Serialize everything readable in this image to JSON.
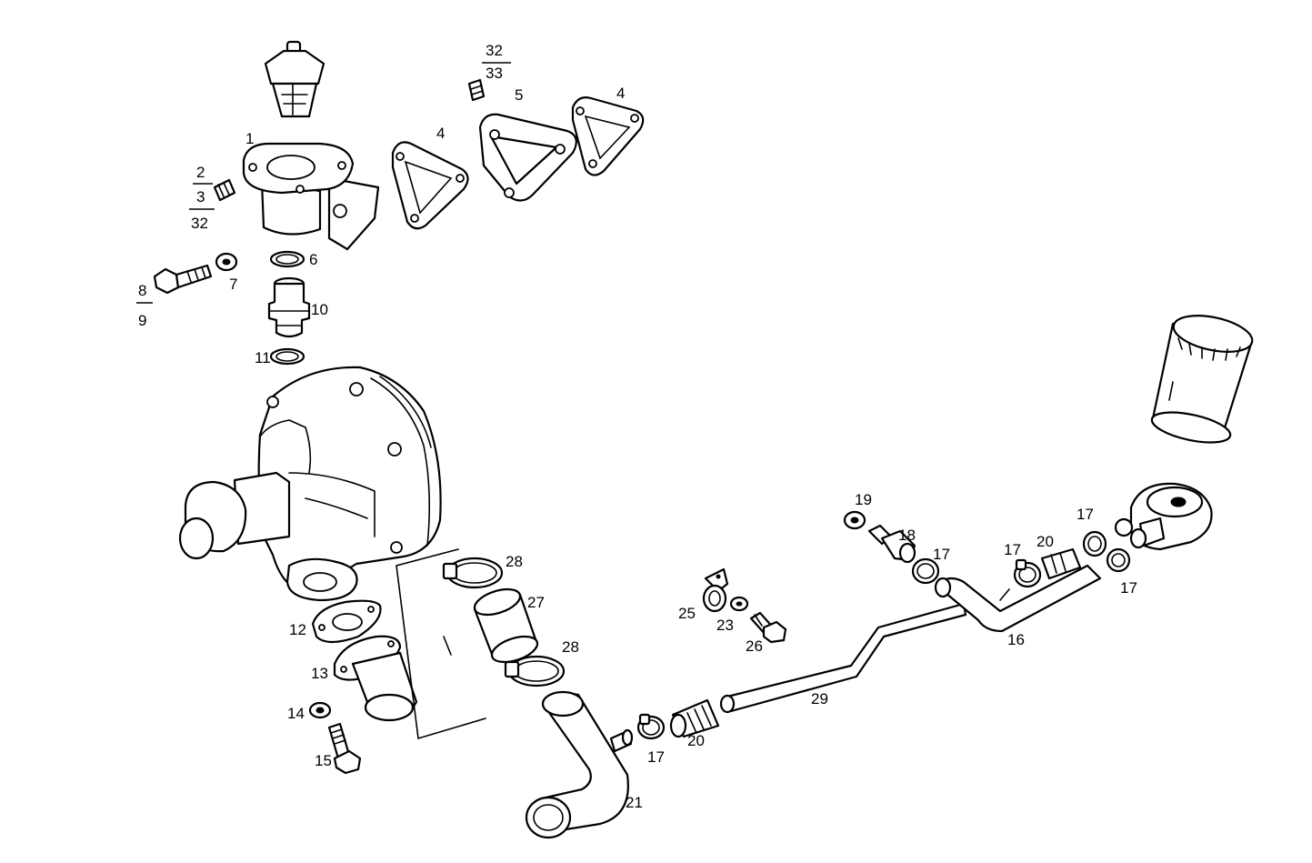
{
  "callouts": {
    "p1": "1",
    "p2_3_32": {
      "a": "2",
      "b": "3",
      "c": "32"
    },
    "p32_33": {
      "a": "32",
      "b": "33"
    },
    "p4_left": "4",
    "p4_right": "4",
    "p5": "5",
    "p6": "6",
    "p7": "7",
    "p8_9": {
      "a": "8",
      "b": "9"
    },
    "p10": "10",
    "p11": "11",
    "p12": "12",
    "p13": "13",
    "p14": "14",
    "p15": "15",
    "p16": "16",
    "p17_a": "17",
    "p17_b": "17",
    "p17_c": "17",
    "p17_d": "17",
    "p17_e": "17",
    "p18": "18",
    "p19": "19",
    "p20_a": "20",
    "p20_b": "20",
    "p21": "21",
    "p23": "23",
    "p25": "25",
    "p26": "26",
    "p27": "27",
    "p28_a": "28",
    "p28_b": "28",
    "p29": "29"
  }
}
